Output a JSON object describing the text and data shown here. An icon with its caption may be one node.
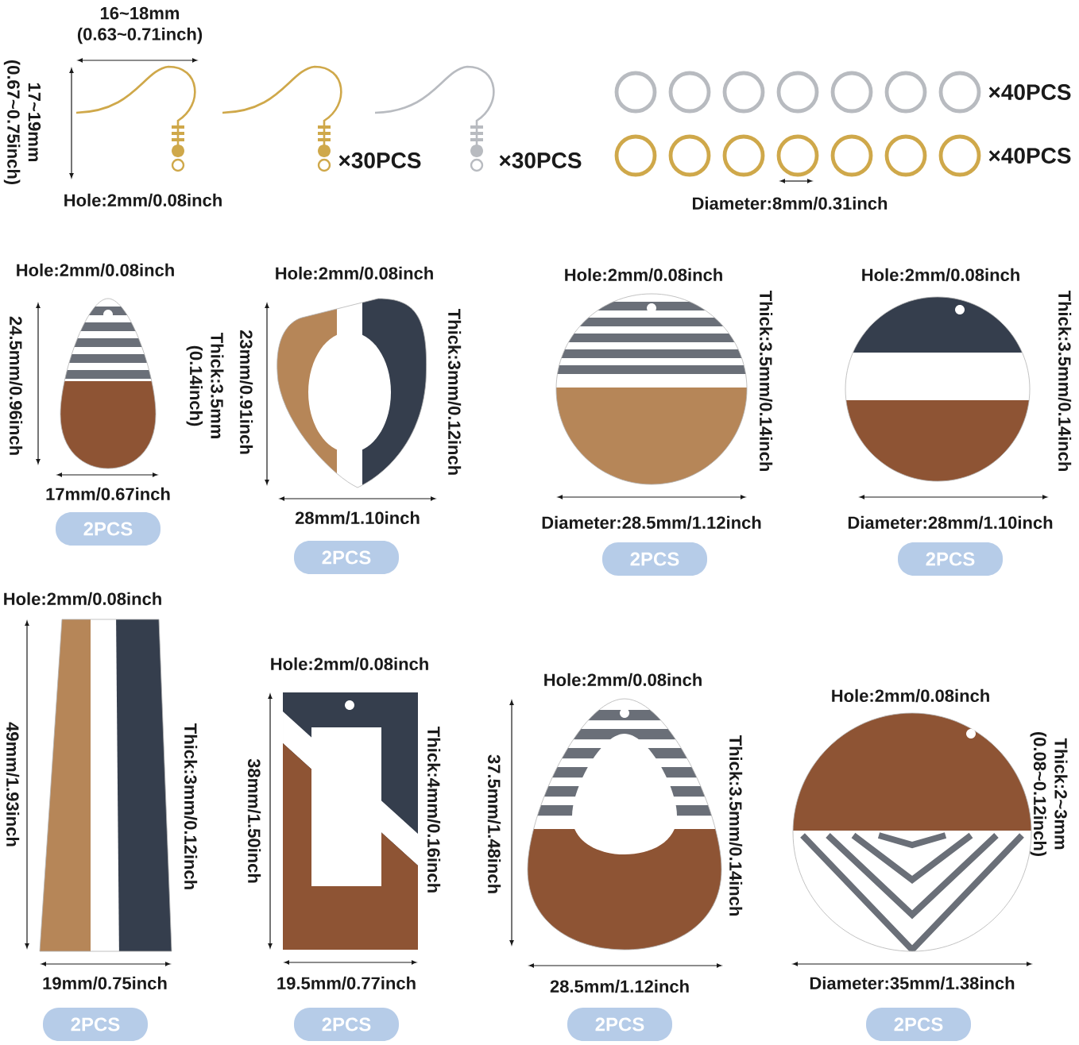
{
  "diagram": {
    "nodes": [
      {
        "text": [
          "2PCS"
        ]
      },
      {
        "text": [
          "2PCS"
        ]
      },
      {
        "text": [
          "2PCS"
        ]
      },
      {
        "text": [
          "2PCS"
        ]
      },
      {
        "text": [
          "2PCS"
        ]
      },
      {
        "text": [
          "2PCS"
        ]
      },
      {
        "text": [
          "2PCS"
        ]
      },
      {
        "text": [
          "2PCS"
        ]
      }
    ],
    "labels": [
      "16~18mm (0.63~0.71inch)",
      "17~19mm (0.67~0.75inch)",
      "×30PCS",
      "×30PCS",
      "Hole:2mm/0.08inch",
      "×40PCS",
      "×40PCS",
      "Diameter:8mm/0.31inch",
      "Hole:2mm/0.08inch",
      "24.5mm/0.96inch",
      "Thick:3.5mm (0.14inch)",
      "17mm/0.67inch",
      "Hole:2mm/0.08inch",
      "23mm/0.91inch",
      "Thick:3mm/0.12inch",
      "28mm/1.10inch",
      "Hole:2mm/0.08inch",
      "Thick:3.5mm/0.14inch",
      "Diameter:28.5mm/1.12inch",
      "Hole:2mm/0.08inch",
      "Thick:3.5mm/0.14inch",
      "Diameter:28mm/1.10inch",
      "Hole:2mm/0.08inch",
      "49mm/1.93inch",
      "Thick:3mm/0.12inch",
      "19mm/0.75inch",
      "Hole:2mm/0.08inch",
      "38mm/1.50inch",
      "Thick:4mm/0.16inch",
      "19.5mm/0.77inch",
      "Hole:2mm/0.08inch",
      "37.5mm/1.48inch",
      "Thick:3.5mm/0.14inch",
      "28.5mm/1.12inch",
      "Hole:2mm/0.08inch",
      "Thick:2~3mm (0.08~0.12inch)",
      "Diameter:35mm/1.38inch"
    ]
  }
}
